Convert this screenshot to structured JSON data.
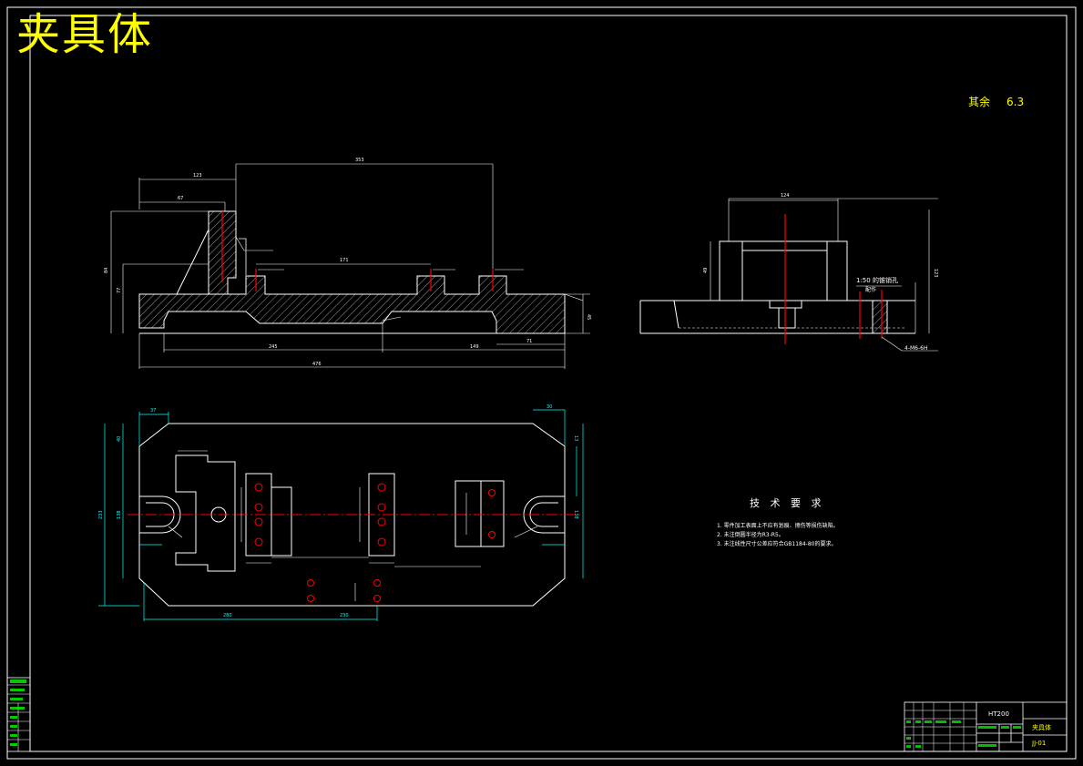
{
  "drawing": {
    "title": "夹具体",
    "surface_roughness": {
      "label": "其余",
      "value": "6.3"
    }
  },
  "technical_requirements": {
    "heading": "技 术 要 求",
    "notes": [
      "1. 零件加工表面上不应有划痕、擦伤等损伤缺陷。",
      "2. 未注倒圆半径为R3-R5。",
      "3. 未注线性尺寸公差应符合GB1184-80的要求。"
    ]
  },
  "front_view": {
    "dims": {
      "top_long": "353",
      "top_short": "123",
      "inner": "67",
      "mid": "171",
      "height_left": "84",
      "height_small": "77",
      "right_h": "45",
      "bottom_inner": "245",
      "bottom_right": "149",
      "bottom_far": "71",
      "overall": "476"
    }
  },
  "side_view": {
    "dims": {
      "top": "124",
      "left_h": "49",
      "right_h": "123"
    },
    "note": "1:50 的锥销孔",
    "note2": "配作",
    "bolt_label": "4-M6-6H"
  },
  "plan_view": {
    "dims": {
      "tl": "37",
      "tr": "30",
      "left_a": "40",
      "left_b": "138",
      "height_total": "233",
      "right_top": "13",
      "right_mid": "138",
      "bottom_a": "280",
      "bottom_b": "230"
    }
  },
  "title_block": {
    "part_name": "夹具体",
    "drawing_no": "JJ-01",
    "material": "HT200"
  },
  "colors": {
    "background": "#000000",
    "outline": "#ffffff",
    "dimension": "#00ffff",
    "center": "#ff0000",
    "title": "#ffff00",
    "sidebar": "#00ff00"
  }
}
